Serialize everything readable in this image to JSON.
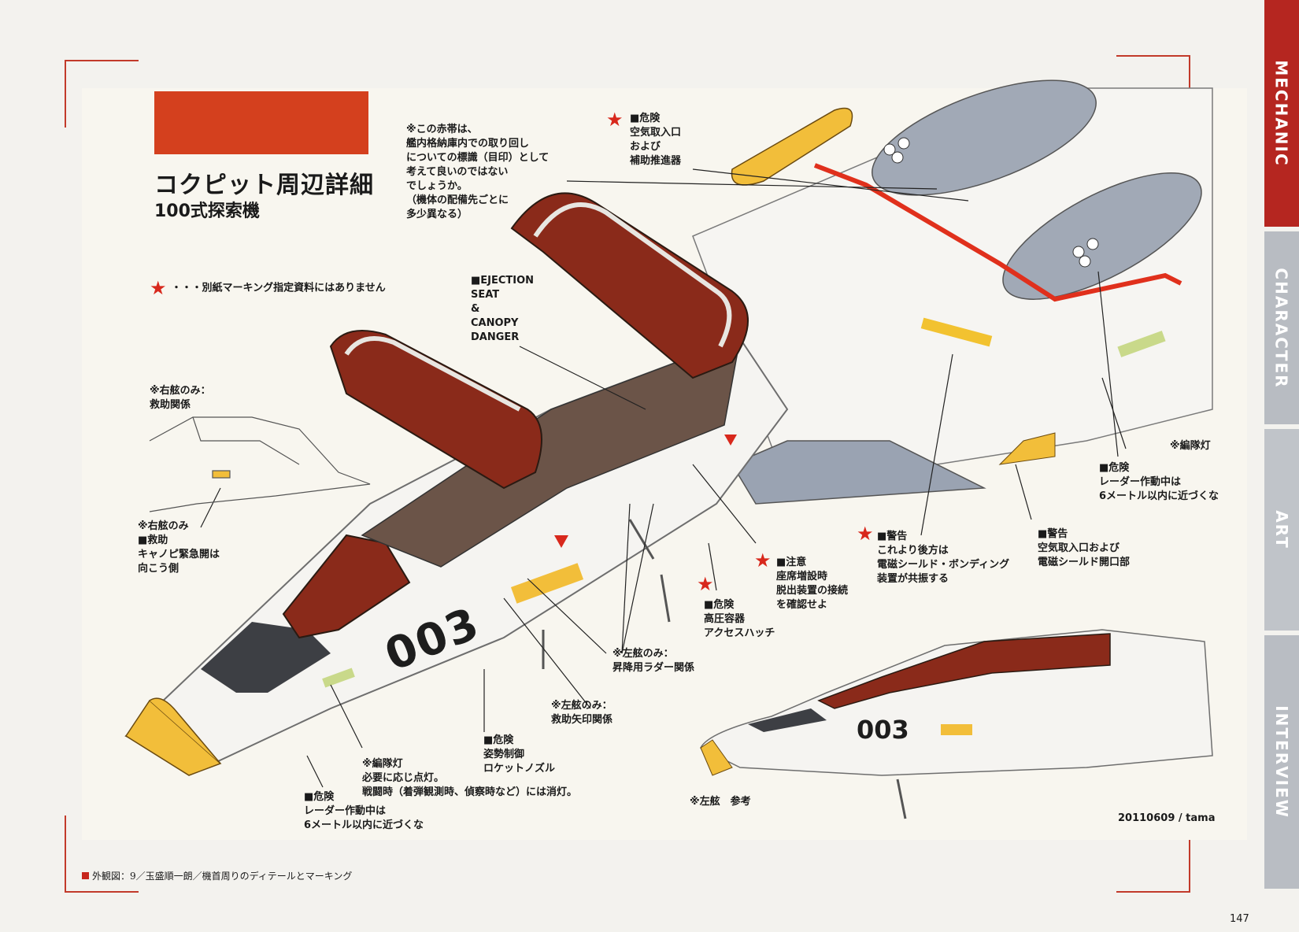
{
  "title": "コクピット周辺詳細",
  "subtitle": "100式探索機",
  "star_legend": "・・・別紙マーキング指定資料にはありません",
  "tabs": [
    "MECHANIC",
    "CHARACTER",
    "ART",
    "INTERVIEW"
  ],
  "notes": {
    "red_band": "※この赤帯は、\n艦内格納庫内での取り回し\nについての標識（目印）として\n考えて良いのではない\nでしょうか。\n（機体の配備先ごとに\n多少異なる）",
    "intake_danger": "■危険\n空気取入口\nおよび\n補助推進器",
    "ejection": "■EJECTION\nSEAT\n&\nCANOPY\nDANGER",
    "right_only_rescue": "※右舷のみ：\n救助関係",
    "right_only_canopy": "※右舷のみ\n■救助\nキャノピ緊急開は\n向こう側",
    "formation_light_right": "※編隊灯",
    "radar_right": "■危険\nレーダー作動中は\n6メートル以内に近づくな",
    "warning_shield": "■警告\nこれより後方は\n電磁シールド・ボンディング\n装置が共振する",
    "warning_intake": "■警告\n空気取入口および\n電磁シールド開口部",
    "caution_seat": "■注意\n座席増設時\n脱出装置の接続\nを確認せよ",
    "danger_pressure": "■危険\n高圧容器\nアクセスハッチ",
    "left_only_ladder": "※左舷のみ：\n昇降用ラダー関係",
    "left_only_arrow": "※左舷のみ：\n救助矢印関係",
    "attitude_nozzle": "■危険\n姿勢制御\nロケットノズル",
    "formation_light_left": "※編隊灯\n必要に応じ点灯。\n戦闘時（着弾観測時、偵察時など）には消灯。",
    "radar_left": "■危険\nレーダー作動中は\n6メートル以内に近づくな",
    "left_reference": "※左舷　参考"
  },
  "hull_number": "003",
  "signature": "20110609 / tama",
  "footer_caption": "外観図：9／玉盛順一朗／機首周りのディテールとマーキング",
  "page_number": "147",
  "colors": {
    "accent_red": "#d4401e",
    "tab_red": "#b52620",
    "tab_grey": "#b9bdc3",
    "canopy_red": "#8a2a1a",
    "nose_yellow": "#f0b72e",
    "hull_white": "#f4f3f0",
    "panel_grey": "#9aa3b2"
  }
}
